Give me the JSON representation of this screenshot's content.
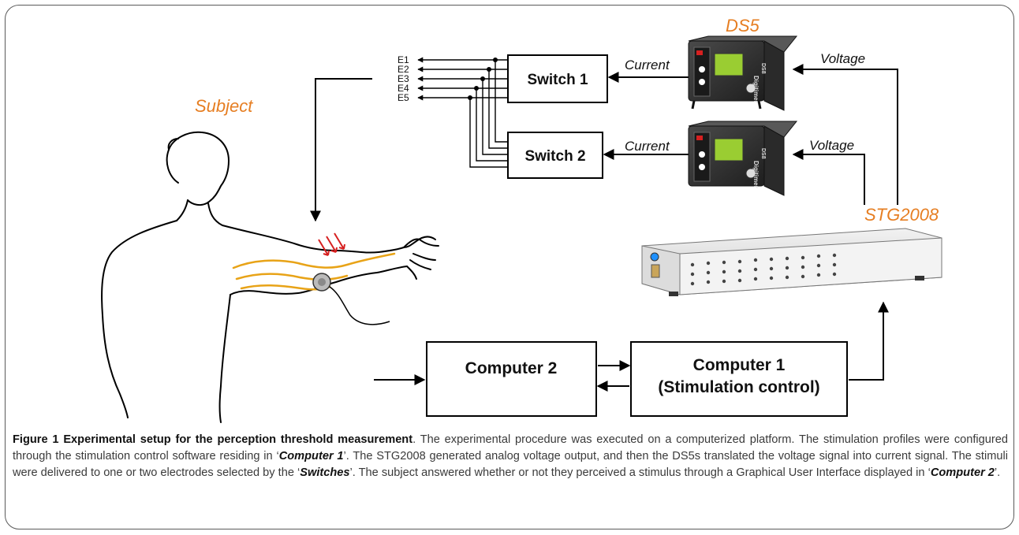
{
  "labels": {
    "subject": "Subject",
    "ds5": "DS5",
    "stg": "STG2008",
    "current": "Current",
    "voltage": "Voltage",
    "electrodes": [
      "E1",
      "E2",
      "E3",
      "E4",
      "E5"
    ]
  },
  "boxes": {
    "switch1": "Switch 1",
    "switch2": "Switch 2",
    "computer2": "Computer 2",
    "computer1_line1": "Computer 1",
    "computer1_line2": "(Stimulation control)"
  },
  "device_text": {
    "ds8_brand": "Digitimer",
    "ds8_model": "DS8"
  },
  "caption": {
    "title": "Figure 1 Experimental setup for the perception threshold measurement",
    "p1": ". The experimental procedure was executed on a computerized platform. The stimulation profiles were configured through the stimulation control software residing in ",
    "q1_open": "‘",
    "computer1": "Computer 1",
    "q1_close": "’",
    "p2": ". The STG2008 generated analog voltage output, and then the DS5s translated the voltage signal into current signal. The stimuli were delivered to one or two electrodes selected by the ",
    "q2_open": "‘",
    "switches": "Switches",
    "q2_close": "’",
    "p3": ". The subject answered whether or not they perceived a stimulus through a Graphical User Interface displayed in ",
    "q3_open": "‘",
    "computer2": "Computer 2",
    "q3_close": "’",
    "p4": "."
  }
}
